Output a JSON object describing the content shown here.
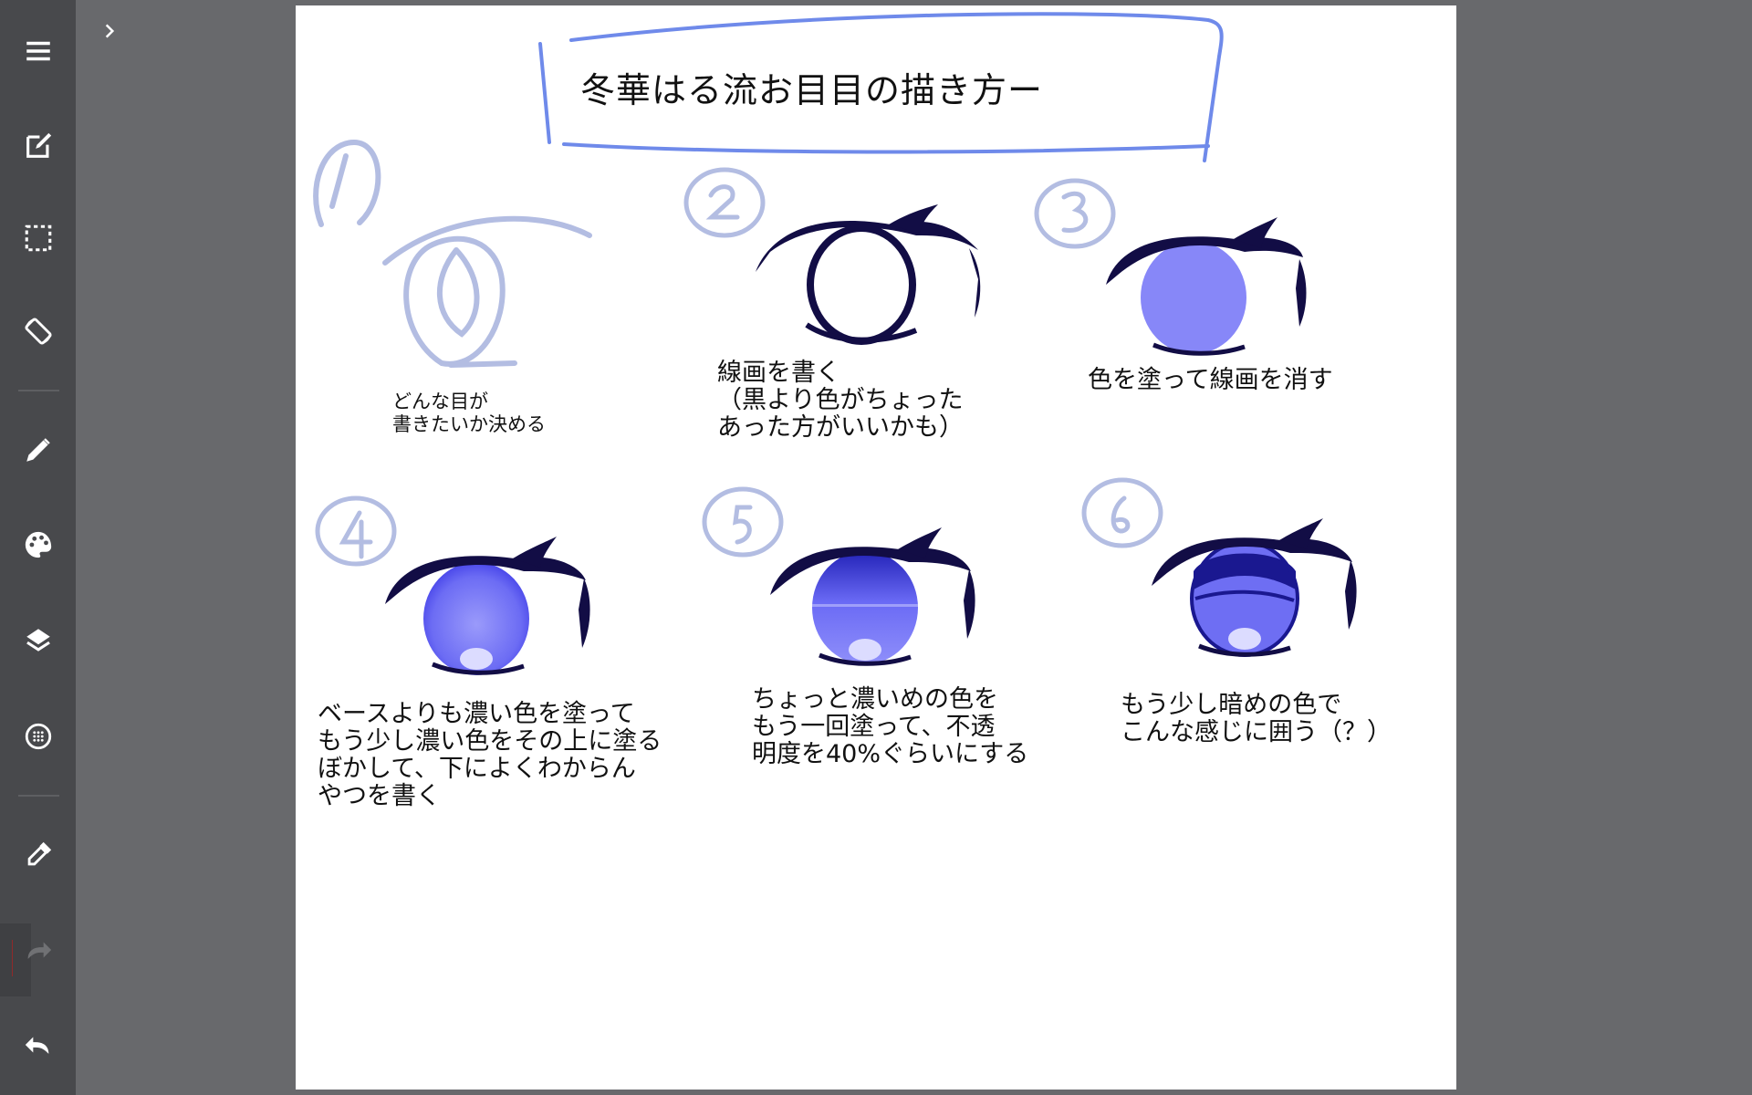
{
  "toolbar": {
    "items": [
      {
        "name": "menu-button",
        "icon": "menu-icon"
      },
      {
        "name": "edit-button",
        "icon": "edit-icon"
      },
      {
        "name": "selection-button",
        "icon": "selection-icon"
      },
      {
        "name": "transform-button",
        "icon": "rotate-icon"
      },
      {
        "name": "brush-button",
        "icon": "pencil-icon"
      },
      {
        "name": "color-button",
        "icon": "palette-icon"
      },
      {
        "name": "layers-button",
        "icon": "layers-icon"
      },
      {
        "name": "material-button",
        "icon": "grid-circle-icon"
      },
      {
        "name": "eyedropper-button",
        "icon": "eyedropper-icon"
      },
      {
        "name": "redo-button",
        "icon": "redo-icon",
        "disabled": true
      },
      {
        "name": "undo-button",
        "icon": "undo-icon"
      }
    ],
    "expand_icon": "chevron-right-icon",
    "background": "#48494c",
    "icon_color": "#ffffff"
  },
  "artwork": {
    "title": "冬華はる流お目目の描き方ー",
    "steps": [
      {
        "number": "1",
        "caption": "どんな目が\n書きたいか決める"
      },
      {
        "number": "2",
        "caption": "線画を書く\n（黒より色がちょった\nあった方がいいかも）"
      },
      {
        "number": "3",
        "caption": "色を塗って線画を消す"
      },
      {
        "number": "4",
        "caption": "ベースよりも濃い色を塗って\nもう少し濃い色をその上に塗る\nぼかして、下によくわからん\nやつを書く"
      },
      {
        "number": "5",
        "caption": "ちょっと濃いめの色を\nもう一回塗って、不透\n明度を40%ぐらいにする"
      },
      {
        "number": "6",
        "caption": "もう少し暗めの色で\nこんな感じに囲う（？）"
      }
    ],
    "colors": {
      "sketch": "#b3bde2",
      "frame": "#6f8aea",
      "lineart": "#120d45",
      "iris_base": "#8787f8",
      "iris_dark": "#5a5af0",
      "highlight": "#dcdcff"
    }
  }
}
